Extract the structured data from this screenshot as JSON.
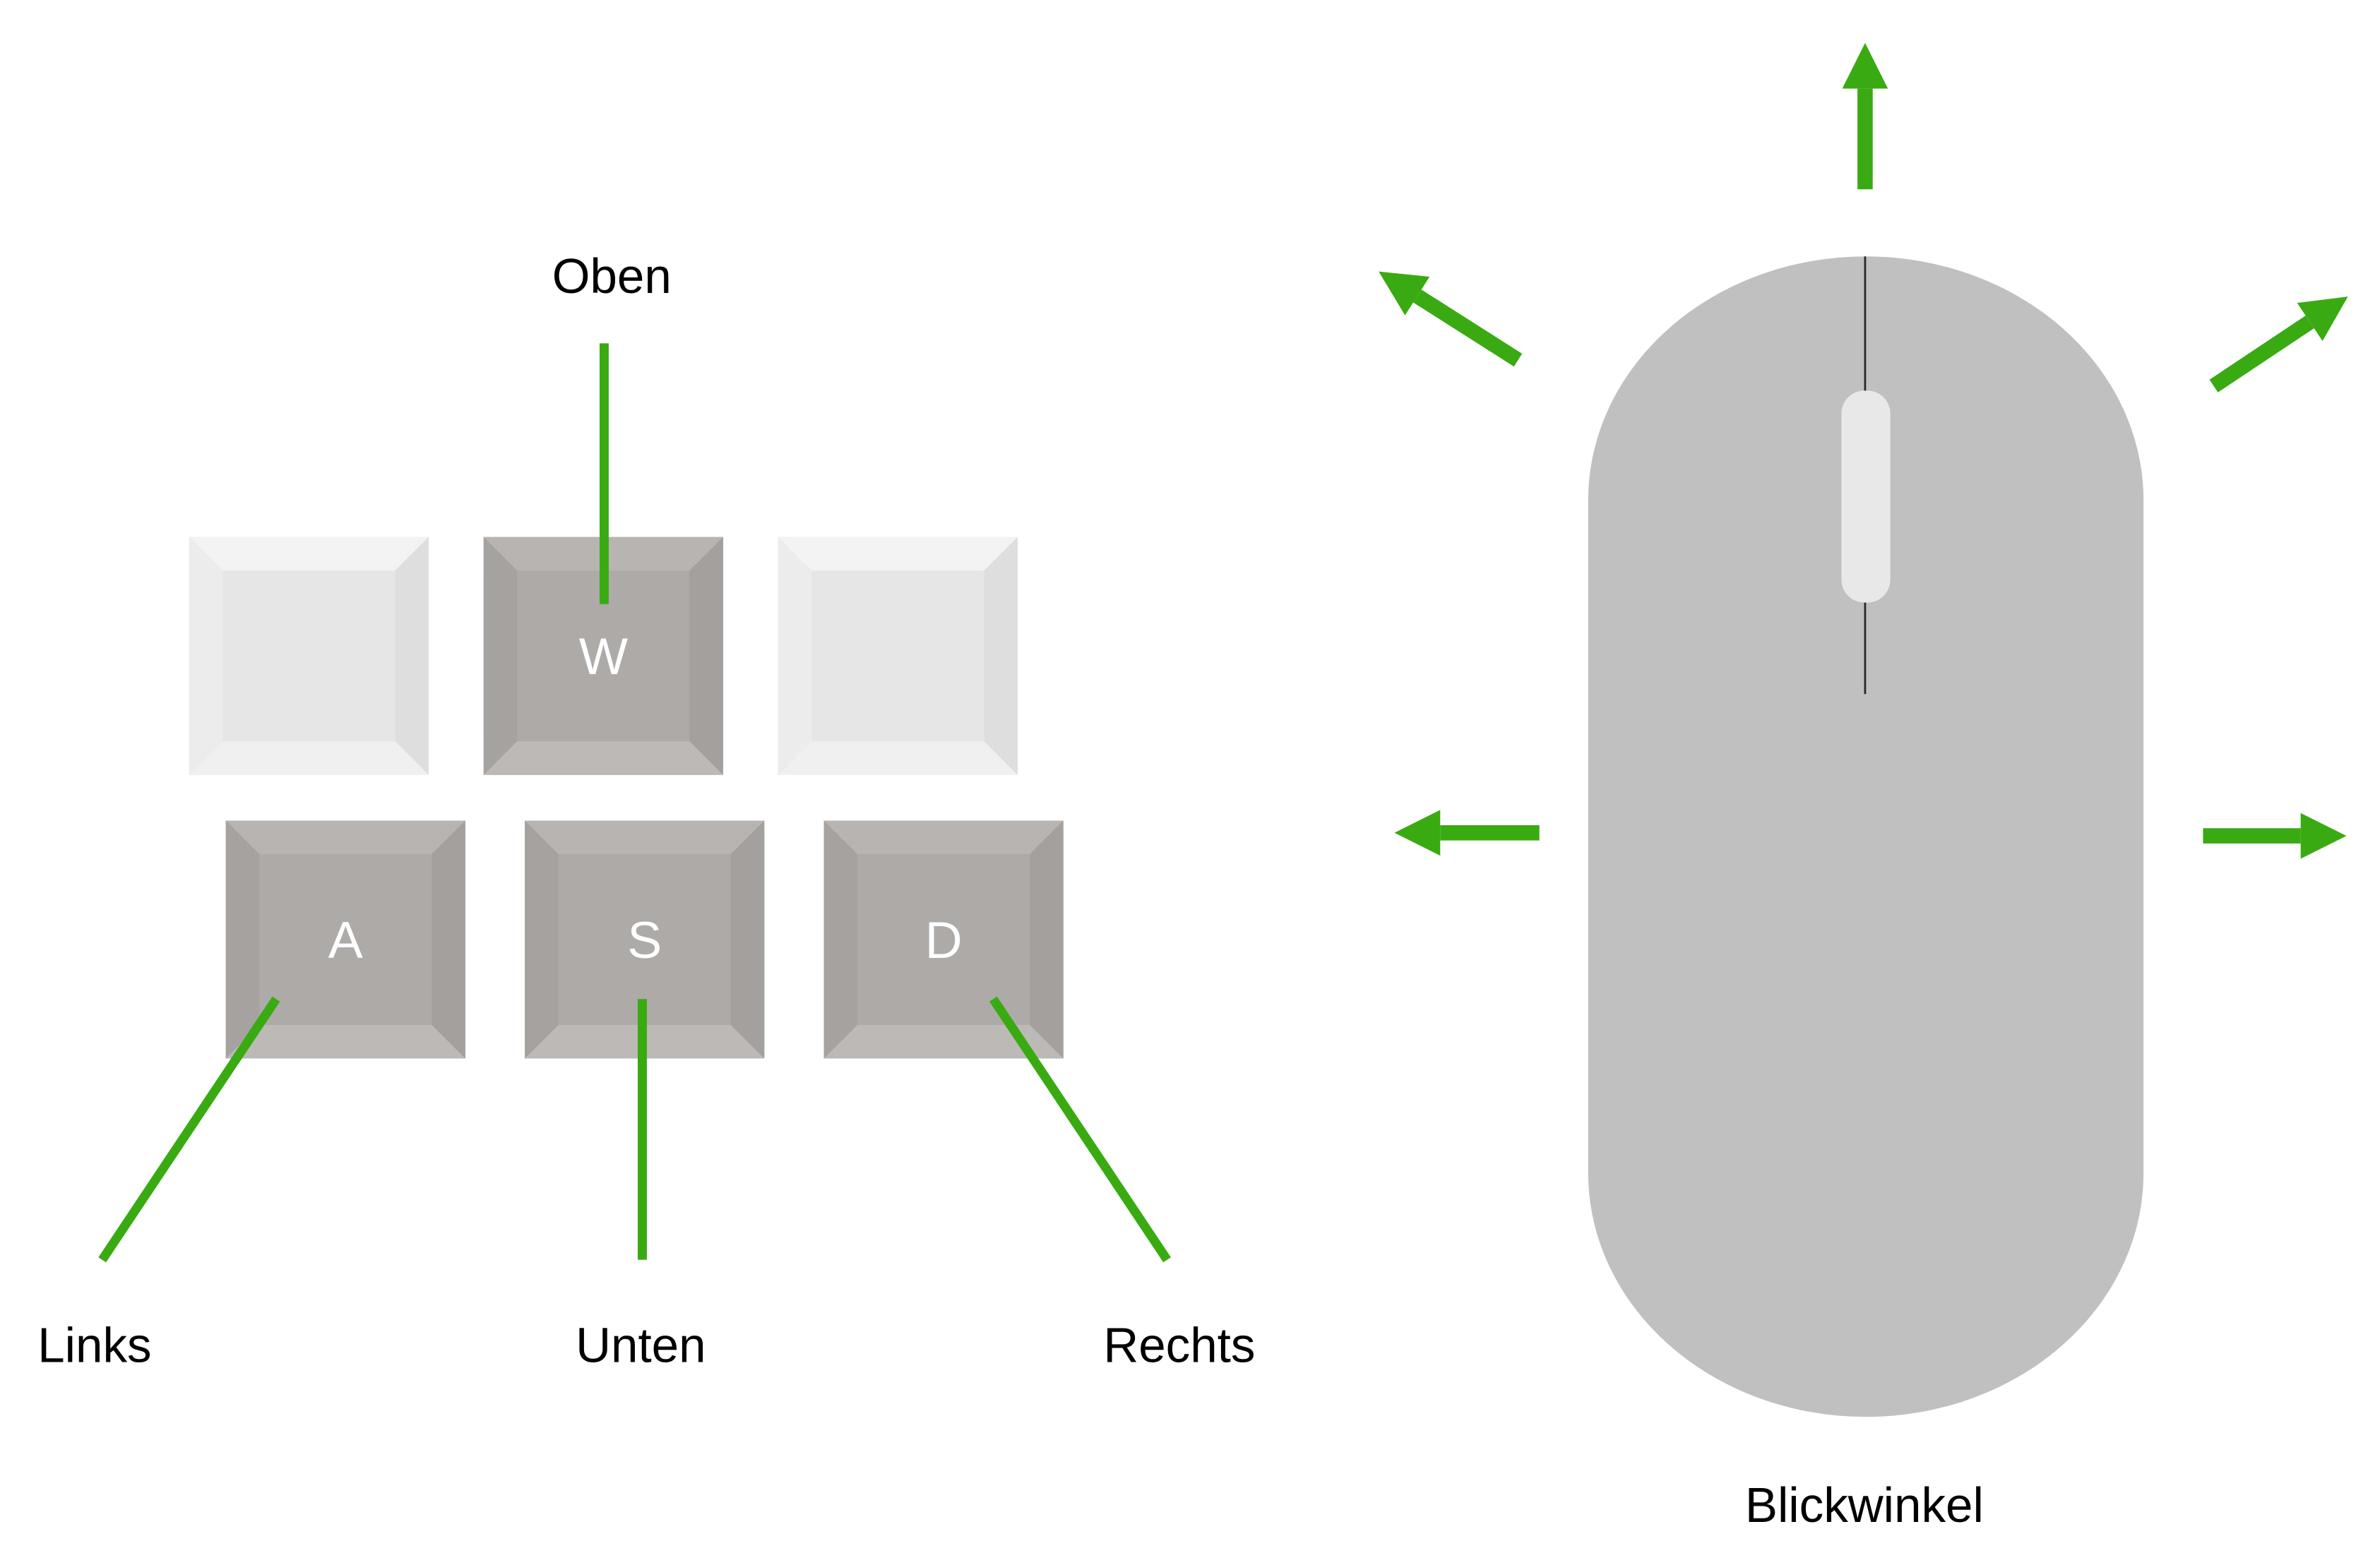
{
  "colors": {
    "accent_green": "#3aaa12",
    "key_active_face": "#aeaaa8",
    "key_active_bevel_light": "#c3bfbd",
    "key_active_bevel_dark": "#9e9a98",
    "key_inactive_face": "#e6e6e6",
    "key_inactive_bevel_light": "#f3f3f3",
    "key_inactive_bevel_dark": "#dadada",
    "mouse_body": "#c0c0c0",
    "mouse_wheel": "#e8e8e8",
    "text": "#000000"
  },
  "keyboard": {
    "keys": {
      "w": "W",
      "a": "A",
      "s": "S",
      "d": "D"
    },
    "labels": {
      "up": "Oben",
      "left": "Links",
      "down": "Unten",
      "right": "Rechts"
    }
  },
  "mouse": {
    "label": "Blickwinkel",
    "arrows": [
      "up",
      "up-left",
      "up-right",
      "left",
      "right"
    ]
  }
}
